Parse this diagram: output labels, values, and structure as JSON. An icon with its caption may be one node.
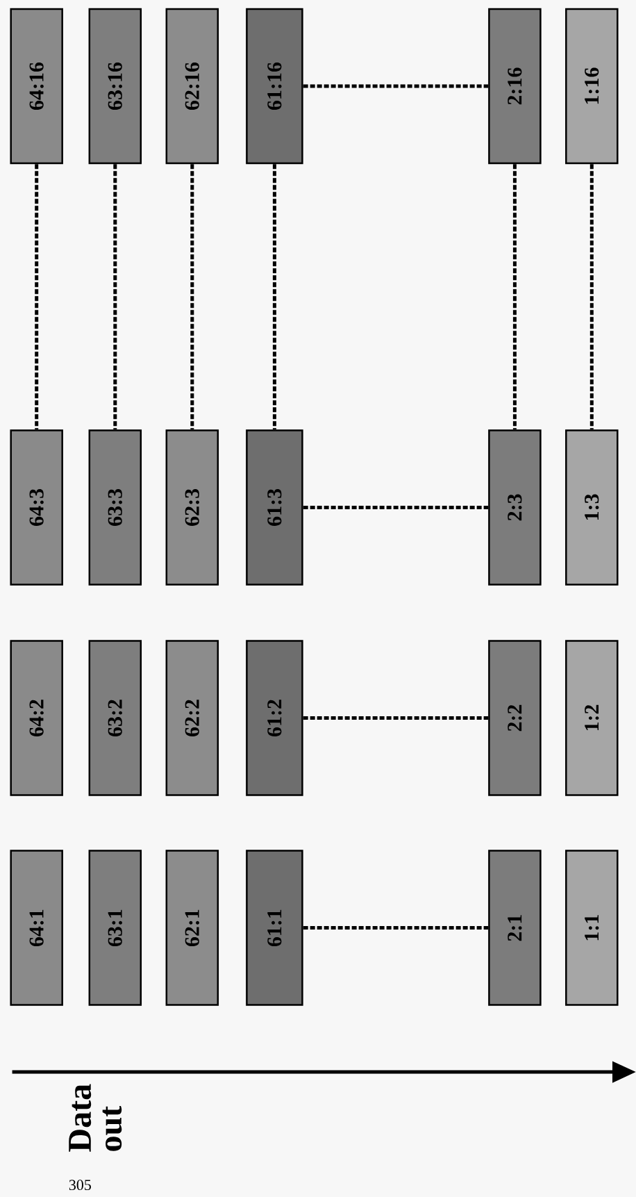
{
  "diagram": {
    "nodes": [
      {
        "text": [
          "64:16"
        ]
      },
      {
        "text": [
          "63:16"
        ]
      },
      {
        "text": [
          "62:16"
        ]
      },
      {
        "text": [
          "61:16"
        ]
      },
      {
        "text": [
          "2:16"
        ]
      },
      {
        "text": [
          "1:16"
        ]
      },
      {
        "text": [
          "64:3"
        ]
      },
      {
        "text": [
          "63:3"
        ]
      },
      {
        "text": [
          "62:3"
        ]
      },
      {
        "text": [
          "61:3"
        ]
      },
      {
        "text": [
          "2:3"
        ]
      },
      {
        "text": [
          "1:3"
        ]
      },
      {
        "text": [
          "64:2"
        ]
      },
      {
        "text": [
          "63:2"
        ]
      },
      {
        "text": [
          "62:2"
        ]
      },
      {
        "text": [
          "61:2"
        ]
      },
      {
        "text": [
          "2:2"
        ]
      },
      {
        "text": [
          "1:2"
        ]
      },
      {
        "text": [
          "64:1"
        ]
      },
      {
        "text": [
          "63:1"
        ]
      },
      {
        "text": [
          "62:1"
        ]
      },
      {
        "text": [
          "61:1"
        ]
      },
      {
        "text": [
          "2:1"
        ]
      },
      {
        "text": [
          "1:1"
        ]
      }
    ],
    "edges": [
      {
        "from": 0,
        "to": 6,
        "arrow": "none",
        "style": "dashed"
      },
      {
        "from": 1,
        "to": 7,
        "arrow": "none",
        "style": "dashed"
      },
      {
        "from": 2,
        "to": 8,
        "arrow": "none",
        "style": "dashed"
      },
      {
        "from": 3,
        "to": 9,
        "arrow": "none",
        "style": "dashed"
      },
      {
        "from": 3,
        "to": 4,
        "arrow": "none",
        "style": "dashed"
      },
      {
        "from": 4,
        "to": 10,
        "arrow": "none",
        "style": "dashed"
      },
      {
        "from": 5,
        "to": 11,
        "arrow": "none",
        "style": "dashed"
      },
      {
        "from": 9,
        "to": 10,
        "arrow": "none",
        "style": "dashed"
      },
      {
        "from": 15,
        "to": 16,
        "arrow": "none",
        "style": "dashed"
      },
      {
        "from": 21,
        "to": 22,
        "arrow": "none",
        "style": "dashed"
      }
    ],
    "labels": [
      "Data out",
      "305"
    ]
  }
}
